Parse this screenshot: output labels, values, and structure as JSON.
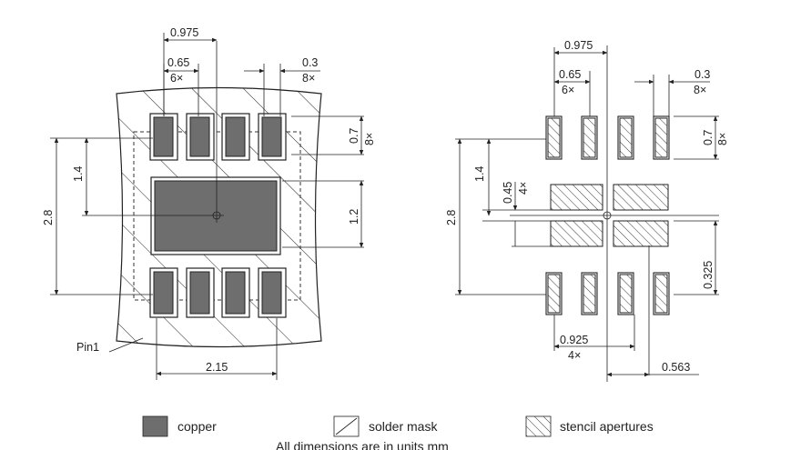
{
  "left_view": {
    "dims": {
      "top_pitch": "0.975",
      "pin_pitch": "0.65",
      "pin_pitch_count": "6×",
      "pad_width": "0.3",
      "pad_width_count": "8×",
      "pad_length": "0.7",
      "pad_length_count": "8×",
      "half_height": "1.4",
      "total_height": "2.8",
      "center_pad_height": "1.2",
      "center_pad_width": "2.15"
    },
    "pin1_label": "Pin1"
  },
  "right_view": {
    "dims": {
      "top_pitch": "0.975",
      "pin_pitch": "0.65",
      "pin_pitch_count": "6×",
      "pad_width": "0.3",
      "pad_width_count": "8×",
      "pad_length": "0.7",
      "pad_length_count": "8×",
      "half_height": "1.4",
      "total_height": "2.8",
      "stencil_gap": "0.45",
      "stencil_gap_count": "4×",
      "stencil_height": "0.325",
      "stencil_width": "0.925",
      "stencil_width_count": "4×",
      "stencil_offset": "0.563"
    }
  },
  "legend": {
    "copper": "copper",
    "solder_mask": "solder mask",
    "stencil": "stencil apertures"
  },
  "footnote": "All dimensions are in units mm",
  "colors": {
    "copper": "#6e6e6e",
    "line": "#222222"
  }
}
